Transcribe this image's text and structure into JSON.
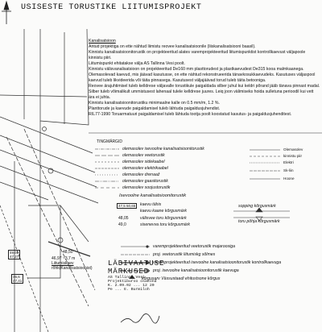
{
  "document": {
    "title": "USISESTE TORUSTIKE LIITUMISPROJEKT",
    "explanation": {
      "heading": "Kanalisatsioon",
      "paragraphs": [
        "Antud projektiga on ette nähtud liimistu reovee kanalisatsioonile (liiskanalisatsiooni baasil).",
        "Kinnistu kanalisatsioonitorustik on projekteeritud alates varemprojekteeritud liitumispunktist kontrollkaevust väljapoole kinnistu piiri.",
        "Liitumispunkt ehitatakse välja AS Tallinna Vesi poolt.",
        "Kinnistu välisvanalisatsioon on projekteeritud De160 mm plasttorudest ja plastkaevudest De315 kooa malmkaanega.",
        "Olemasolevad kaevud, mis jäävad kasutusse, on ette nähtud rekonstrueerida tänavkosukkaevudeks. Kasutuses väljaspool kaevud tuleb likvideerida või täita pinnasega. Kasutusest väljajäävad torud tuleb täita betooniga.",
        "Reovee ärajuhtimisel tuleb kelldrese väljavalle torustikule paigaldada silber juhul kui keldri põrand jääb tänava pinnast madal.",
        "Silber tuleb võimalikult ummistusest lahenaal tulele kelldrese juures. Leiq joon välimiseks hoida sulletuna perioodil kui vett ära ei juhta.",
        "Kinnistu kanalisatsioonitorustiku minimaalne kalle on 0.5 mm/m, 1.2 %.",
        "Planttorude ja kaevude paigaldamisel tuleb lähtuda paigaldusjuhendist.",
        "RIL77-1990 Toruarmatuuri paigaldamisel tuleb lähtuda tootja poolt koostatud kasutus- ja paigaldusjuhenditest."
      ]
    },
    "legend_title": "TINGMÄRGID",
    "legend": [
      "olemasolev isevoolne kanalisatsioonitorustik",
      "olemasolev veetorustik",
      "olemasolev sidekaabel",
      "olemasolev elektrikaabel",
      "olemasolev drenaaž",
      "olemasolev gaasitorustik",
      "olemasolev soojustorustik"
    ],
    "legend_side": [
      "Olemasolev",
      "kinnistu piir",
      "Elektri",
      "Sk-liin",
      "Hoone"
    ],
    "sewer_section_title": "Isevoolne kanalisatsioonitorustik",
    "sewer_items": [
      {
        "code": "47,5\n50,65",
        "text": "kaevu tähis"
      },
      {
        "code": "",
        "text": "kaevu kaane kõrgusmärk"
      },
      {
        "code": "48,05",
        "text": "välisvee toru kõrgusmärk"
      },
      {
        "code": "49,0",
        "text": "sisenevva toru kõrgusmärk"
      }
    ],
    "right_notes": [
      "sopping kõrgusmärk",
      "toru põhja kõrgusmärk"
    ],
    "project_legend": [
      "varemprojekteeritud veetorustik majaroosiga",
      "proj. veetorustik liitumiskg sõlmes",
      "varemprojekteeritud isevoolne kanalisatsioonitorustik kontrollkaevuga",
      "proj. isevoolne kanalisatsioonitorustik kaevuga",
      "kõrgusarv Vässustaadi ehitustsone kõrgus"
    ],
    "map": {
      "label_tee": "Liitumiskaev",
      "label_sub": "rõhk(Kanalisatsioonist)",
      "dims": "48,50",
      "dims2": "46,97 ~3,7 m",
      "box_values": [
        "49,05",
        "47,27",
        "46,6",
        "47,41"
      ]
    },
    "stamp": {
      "line1": "LÄBIVAATUSE",
      "line2": "MÄRKUSED",
      "line3": "AS Tallinna Vesi",
      "line4": "Projektiburoo osakond",
      "line5": "K. 2.09.02 ... 12 20",
      "line6": "Pe ... E. Burmiloh"
    }
  }
}
